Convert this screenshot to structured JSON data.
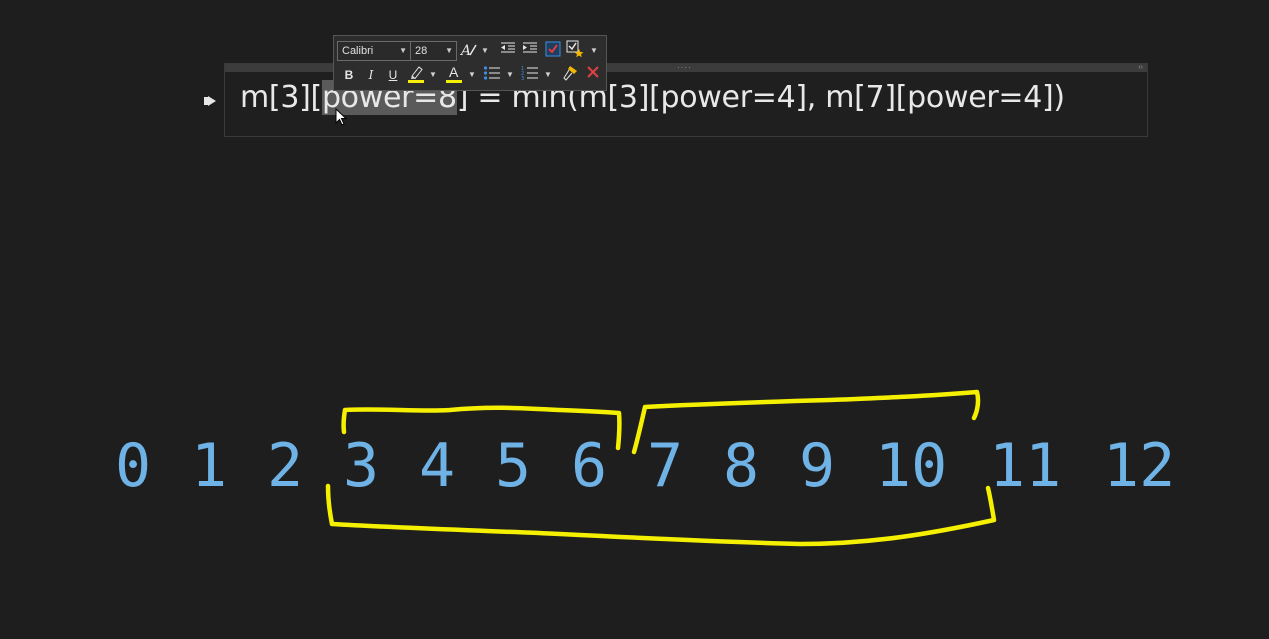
{
  "toolbar": {
    "font_name": "Calibri",
    "font_size": "28",
    "bold": "B",
    "italic": "I",
    "underline": "U",
    "font_color_letter": "A"
  },
  "note": {
    "formula_before": "m[3][",
    "formula_selected": "power=8",
    "formula_after": "] = min(m[3][power=4], m[7][power=4])"
  },
  "number_line": [
    "0",
    "1",
    "2",
    "3",
    "4",
    "5",
    "6",
    "7",
    "8",
    "9",
    "10",
    "11",
    "12"
  ],
  "colors": {
    "background": "#1e1e1e",
    "numbers": "#6fb2e6",
    "ink": "#f5f000"
  },
  "icons": [
    "bullet-icon",
    "font-style-icon",
    "decrease-indent-icon",
    "increase-indent-icon",
    "todo-tag-icon",
    "tag-star-icon",
    "bold-icon",
    "italic-icon",
    "underline-icon",
    "highlighter-icon",
    "font-color-icon",
    "bullets-icon",
    "numbering-icon",
    "format-painter-icon",
    "clear-formatting-icon",
    "mouse-cursor-icon"
  ]
}
